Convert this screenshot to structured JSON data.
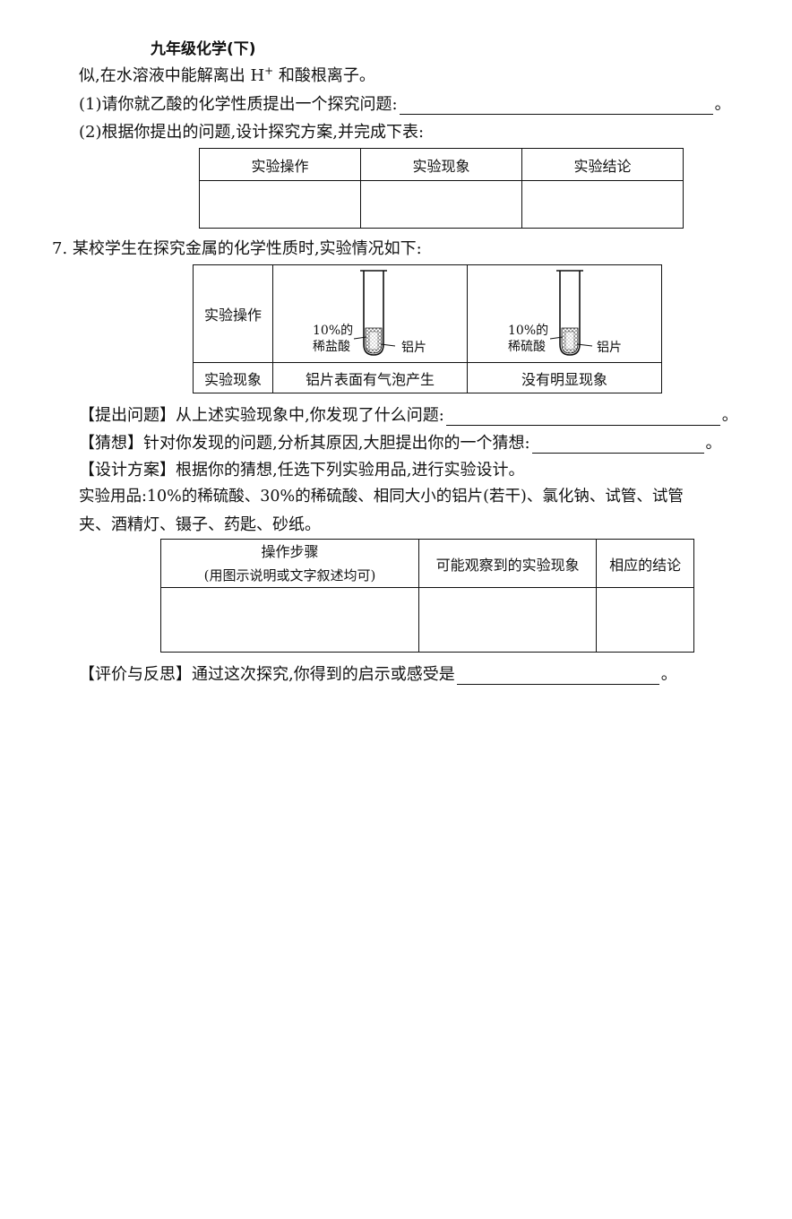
{
  "header": {
    "title": "九年级化学(下)"
  },
  "q6": {
    "line0_pre": "似,在水溶液中能解离出 H",
    "line0_sup": "+",
    "line0_post": " 和酸根离子。",
    "line1": "(1)请你就乙酸的化学性质提出一个探究问题:",
    "line1_end": "。",
    "line2": "(2)根据你提出的问题,设计探究方案,并完成下表:",
    "table_headers": [
      "实验操作",
      "实验现象",
      "实验结论"
    ]
  },
  "q7": {
    "intro": "7. 某校学生在探究金属的化学性质时,实验情况如下:",
    "row1_label": "实验操作",
    "tube1": {
      "acid_pct": "10%的",
      "acid_name": "稀盐酸",
      "metal": "铝片"
    },
    "tube2": {
      "acid_pct": "10%的",
      "acid_name": "稀硫酸",
      "metal": "铝片"
    },
    "row2_label": "实验现象",
    "obs1": "铝片表面有气泡产生",
    "obs2": "没有明显现象",
    "ask": "【提出问题】从上述实验现象中,你发现了什么问题:",
    "ask_end": "。",
    "guess": "【猜想】针对你发现的问题,分析其原因,大胆提出你的一个猜想:",
    "guess_end": "。",
    "design": "【设计方案】根据你的猜想,任选下列实验用品,进行实验设计。",
    "materials_1": "实验用品:10%的稀硫酸、30%的稀硫酸、相同大小的铝片(若干)、氯化钠、试管、试管",
    "materials_2": "夹、酒精灯、镊子、药匙、砂纸。",
    "plan_h1_a": "操作步骤",
    "plan_h1_b": "(用图示说明或文字叙述均可)",
    "plan_h2": "可能观察到的实验现象",
    "plan_h3": "相应的结论",
    "reflect": "【评价与反思】通过这次探究,你得到的启示或感受是",
    "reflect_end": "。"
  }
}
